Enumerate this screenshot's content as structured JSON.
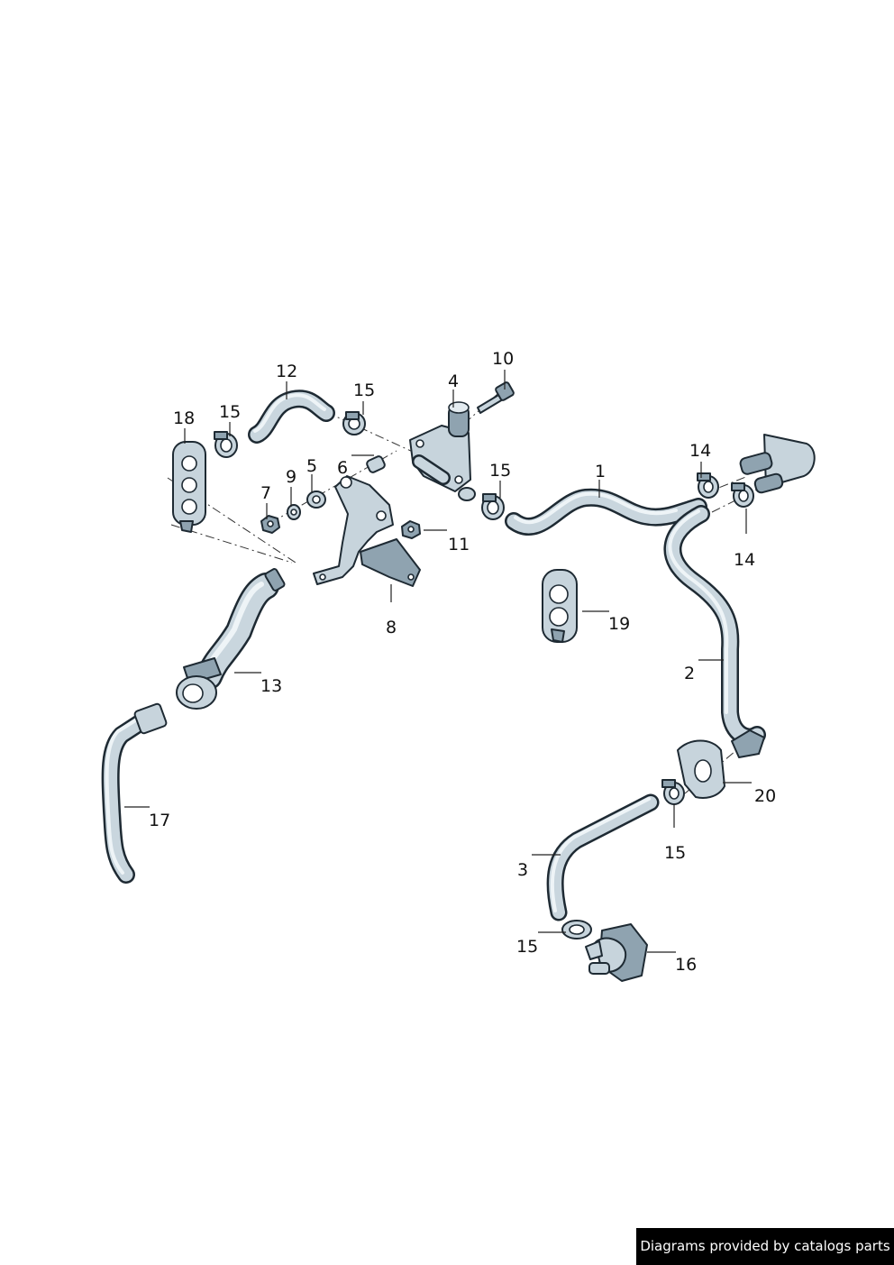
{
  "callouts": {
    "c1": "1",
    "c2": "2",
    "c3": "3",
    "c4": "4",
    "c5": "5",
    "c6": "6",
    "c7": "7",
    "c8": "8",
    "c9": "9",
    "c10": "10",
    "c11": "11",
    "c12": "12",
    "c13": "13",
    "c14a": "14",
    "c14b": "14",
    "c15a": "15",
    "c15b": "15",
    "c15c": "15",
    "c15d": "15",
    "c15e": "15",
    "c16": "16",
    "c17": "17",
    "c18": "18",
    "c19": "19",
    "c20": "20"
  },
  "footer": {
    "credit": "Diagrams provided by catalogs parts"
  },
  "colors": {
    "part_fill": "#c7d4dc",
    "outline": "#1e2a33",
    "credit_bg": "#000000",
    "credit_text": "#ffffff"
  }
}
